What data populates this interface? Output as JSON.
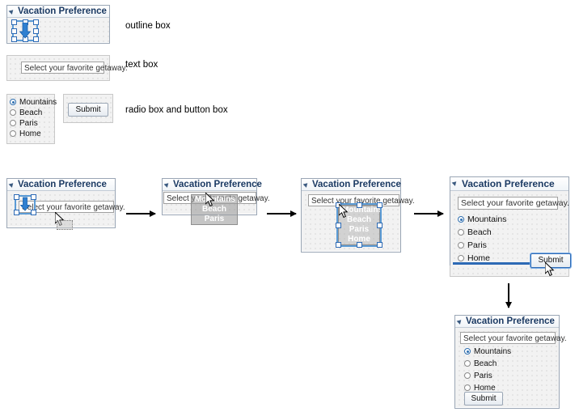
{
  "diagram": {
    "legend_labels": {
      "outline": "outline box",
      "textbox": "text box",
      "radio_button": "radio box and button box"
    },
    "panel_title": "Vacation Preference",
    "textbox_value": "Select your favorite getaway.",
    "radio_options": [
      "Mountains",
      "Beach",
      "Paris",
      "Home"
    ],
    "submit_label": "Submit",
    "icons": {
      "panel_corner": "triangle-icon",
      "drop_arrow": "down-arrow-icon",
      "pointer": "mouse-cursor-icon",
      "flow": "arrow-right-icon",
      "flow_down": "arrow-down-icon"
    },
    "colors": {
      "selection": "#5b9bd5",
      "title_text": "#1b3a63",
      "arrow_blue": "#2f7fd0"
    }
  },
  "steps": [
    {
      "name": "step-1-outline-with-arrow"
    },
    {
      "name": "step-2-drag-radios"
    },
    {
      "name": "step-3-drop-radios"
    },
    {
      "name": "step-4-add-submit"
    },
    {
      "name": "step-5-final"
    }
  ]
}
